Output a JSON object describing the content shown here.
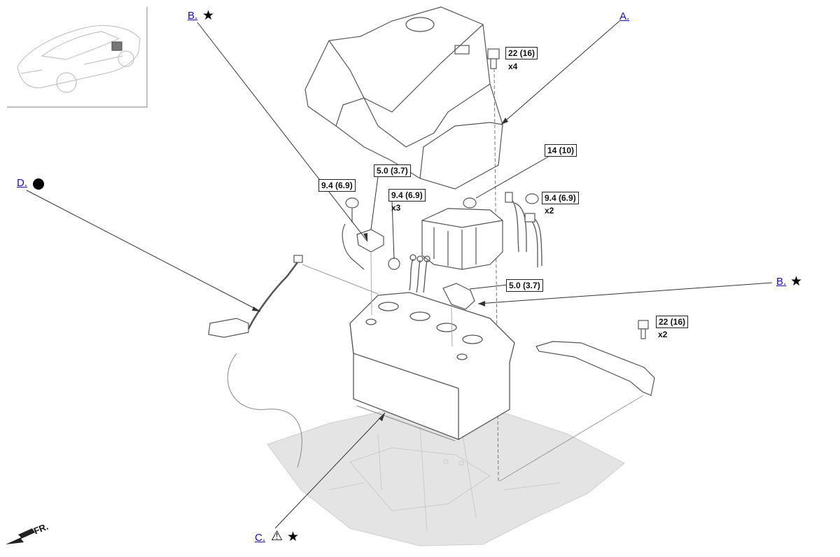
{
  "callouts": {
    "a": "A.",
    "b_top": "B.",
    "b_right": "B.",
    "c": "C.",
    "d": "D."
  },
  "symbols": {
    "star": "★",
    "warning": "⚠",
    "dot": "●"
  },
  "torques": {
    "top_bolt": "22 (16)",
    "top_bolt_qty": "x4",
    "nut_14": "14 (10)",
    "clamp_5_0": "5.0 (3.7)",
    "left_nut": "9.4 (6.9)",
    "center_nut": "9.4 (6.9)",
    "center_nut_qty": "x3",
    "right_nut": "9.4 (6.9)",
    "right_nut_qty": "x2",
    "terminal_5_0": "5.0 (3.7)",
    "bracket_bolt": "22 (16)",
    "bracket_bolt_qty": "x2"
  },
  "direction": "FR.",
  "icons": [
    "vehicle-locator-icon",
    "front-arrow-icon",
    "warning-icon",
    "star-icon",
    "dot-icon"
  ],
  "colors": {
    "link": "#1a0dab",
    "line": "#333333",
    "floor": "#e6e6e6"
  }
}
